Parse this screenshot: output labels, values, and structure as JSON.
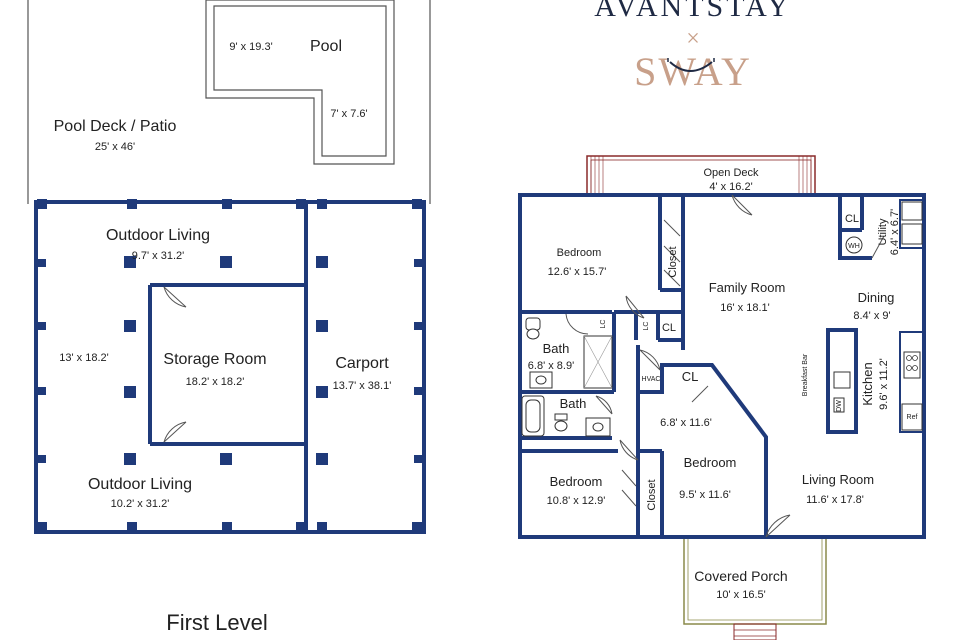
{
  "brand": {
    "primary": "AVANTSTAY",
    "cross": "×",
    "partner": "SWAY",
    "primary_color": "#1f2a44",
    "partner_color": "#c8a08a"
  },
  "colors": {
    "wall": "#1f3a7a",
    "deck_rail": "#8a2a2a",
    "porch_rail": "#8a8a4a"
  },
  "first_level": {
    "caption": "First Level",
    "rooms": {
      "pool": {
        "name": "Pool",
        "dim_a": "9' x 19.3'",
        "dim_b": "7' x 7.6'"
      },
      "pool_deck": {
        "name": "Pool Deck / Patio",
        "dim": "25' x 46'"
      },
      "outdoor_living_top": {
        "name": "Outdoor Living",
        "dim": "9.7' x 31.2'"
      },
      "side_dim": "13' x 18.2'",
      "storage": {
        "name": "Storage Room",
        "dim": "18.2' x 18.2'"
      },
      "carport": {
        "name": "Carport",
        "dim": "13.7' x 38.1'"
      },
      "outdoor_living_bottom": {
        "name": "Outdoor Living",
        "dim": "10.2' x 31.2'"
      }
    }
  },
  "second_plan": {
    "rooms": {
      "open_deck": {
        "name": "Open Deck",
        "dim": "4' x 16.2'"
      },
      "bedroom1": {
        "name": "Bedroom",
        "dim": "12.6' x 15.7'"
      },
      "closet1": "Closet",
      "family_room": {
        "name": "Family Room",
        "dim": "16' x 18.1'"
      },
      "cl_top": "CL",
      "wh": "WH",
      "utility": {
        "name": "Utility",
        "dim": "6.4' x 6.7'"
      },
      "dining": {
        "name": "Dining",
        "dim": "8.4' x 9'"
      },
      "bath1": {
        "name": "Bath",
        "dim": "6.8' x 8.9'"
      },
      "lc1": "LC",
      "lc2": "LC",
      "cl_mid": "CL",
      "hvac": "HVAC",
      "breakfast_bar": "Breakfast Bar",
      "kitchen": {
        "name": "Kitchen",
        "dim": "9.6' x 11.2'"
      },
      "dw": "DW",
      "ref": "Ref",
      "cl_bed2": "CL",
      "bath2": {
        "name": "Bath"
      },
      "bedroom2_dim": "6.8' x 11.6'",
      "bedroom2": {
        "name": "Bedroom",
        "dim": "9.5' x 11.6'"
      },
      "bedroom3": {
        "name": "Bedroom",
        "dim": "10.8' x 12.9'"
      },
      "closet2": "Closet",
      "living_room": {
        "name": "Living Room",
        "dim": "11.6' x 17.8'"
      },
      "covered_porch": {
        "name": "Covered Porch",
        "dim": "10' x 16.5'"
      }
    }
  }
}
